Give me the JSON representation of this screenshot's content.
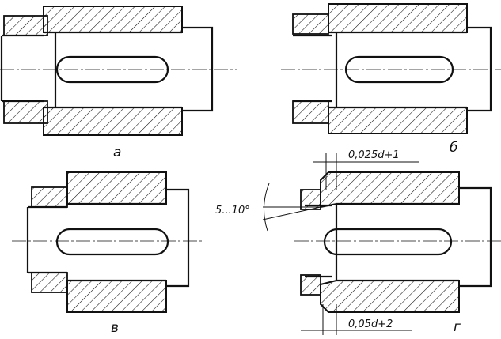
{
  "labels": {
    "a": "а",
    "b": "б",
    "v": "в",
    "g": "г"
  },
  "dimensions": {
    "chamfer_top": "0,025d+1",
    "chamfer_bottom": "0,05d+2",
    "angle": "5...10°"
  }
}
